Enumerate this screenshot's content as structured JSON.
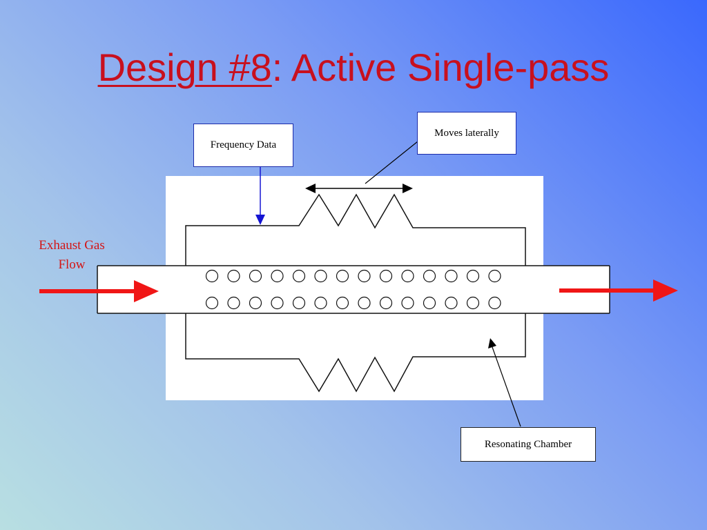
{
  "title": {
    "linked_part": "Design #8",
    "rest": ": Active Single-pass"
  },
  "labels": {
    "frequency_data": "Frequency Data",
    "moves_laterally": "Moves laterally",
    "resonating_chamber": "Resonating Chamber",
    "exhaust_line1": "Exhaust Gas",
    "exhaust_line2": "Flow"
  },
  "colors": {
    "title": "#c8101e",
    "flow_arrow": "#f01616",
    "exhaust_text": "#d41414",
    "frequency_arrow": "#1414d2",
    "label_border": "#1b2aa8"
  },
  "perforation_rows": 2,
  "perforation_holes_per_row": 14
}
